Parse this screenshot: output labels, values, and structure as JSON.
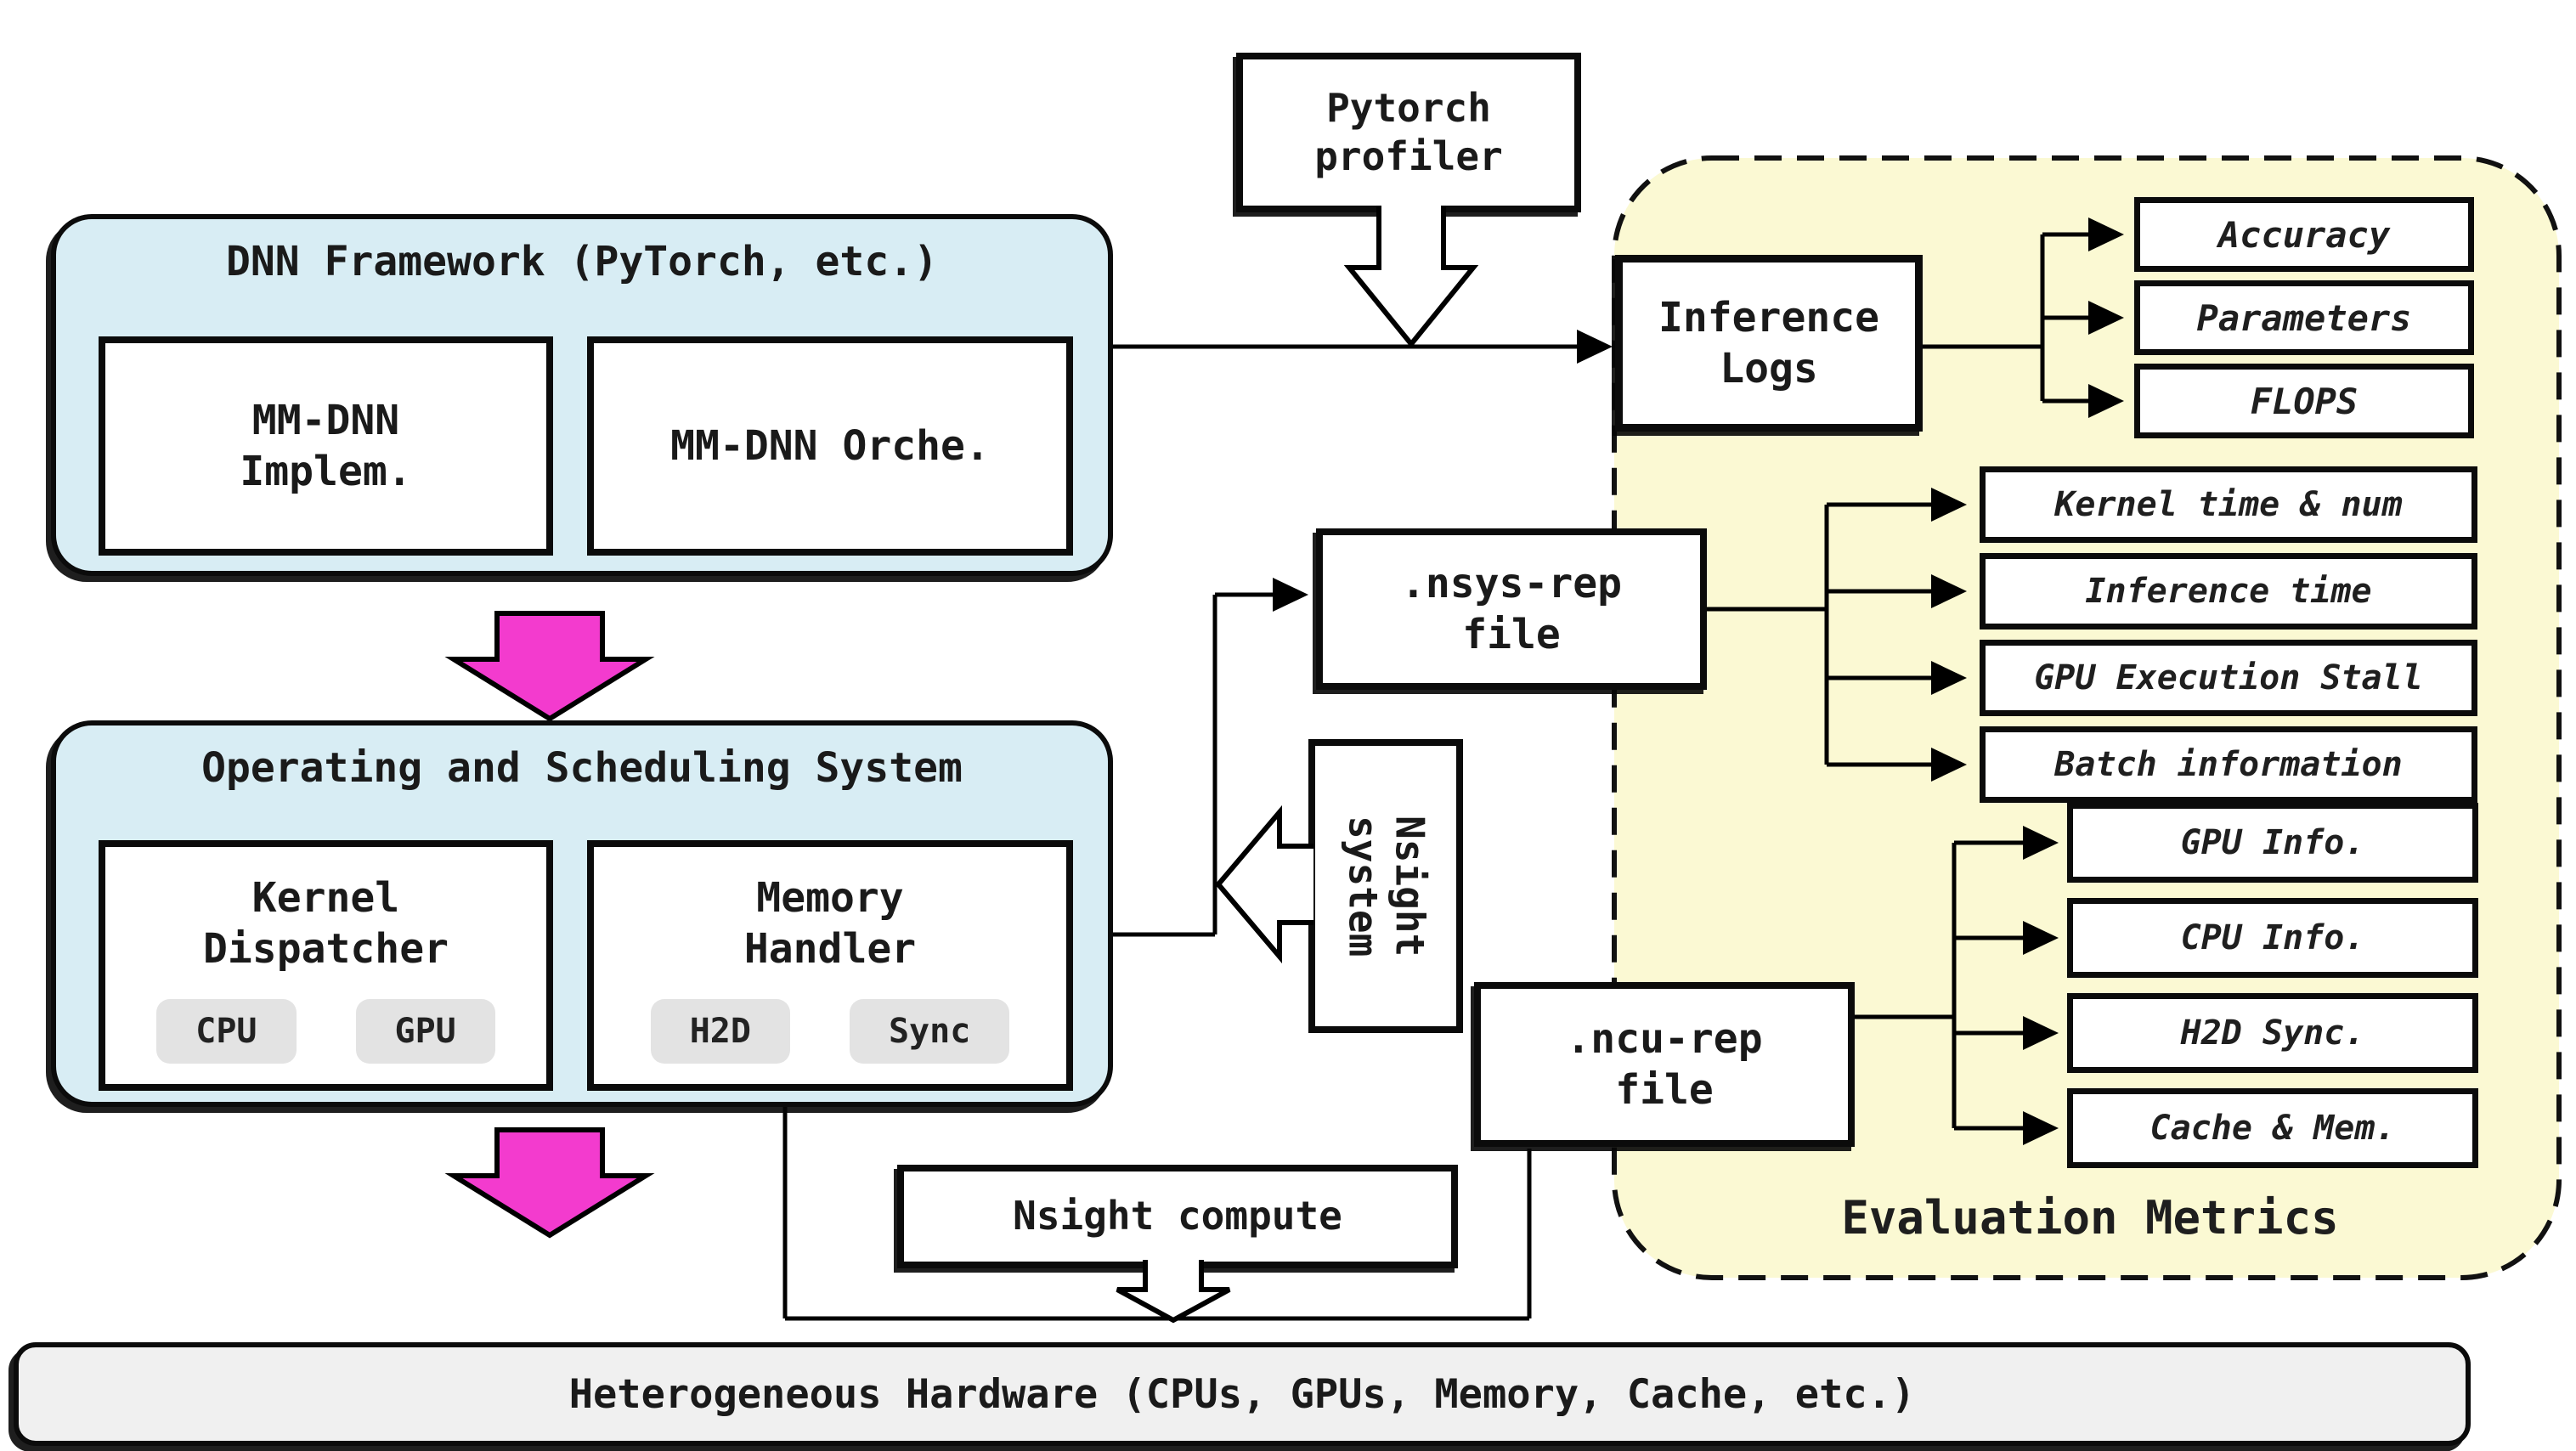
{
  "colors": {
    "framework_blue": "#d8edf4",
    "evaluation_yellow": "#fbf9d3",
    "flow_arrow_pink": "#f33bce",
    "chip_gray": "#e3e3e3",
    "hardware_gray": "#f0f0f0",
    "line_black": "#0b0b0b"
  },
  "dnn_framework": {
    "title": "DNN Framework (PyTorch, etc.)",
    "modules": [
      "MM-DNN\nImplem.",
      "MM-DNN Orche."
    ]
  },
  "os_system": {
    "title": "Operating and Scheduling System",
    "kernel_dispatcher": {
      "title": "Kernel\nDispatcher",
      "chips": [
        "CPU",
        "GPU"
      ]
    },
    "memory_handler": {
      "title": "Memory\nHandler",
      "chips": [
        "H2D",
        "Sync"
      ]
    }
  },
  "profilers": {
    "pytorch": "Pytorch\nprofiler",
    "nsight_system": "Nsight\nsystem",
    "nsight_compute": "Nsight compute"
  },
  "files": {
    "nsys_rep": ".nsys-rep\nfile",
    "ncu_rep": ".ncu-rep\nfile"
  },
  "evaluation": {
    "title": "Evaluation Metrics",
    "inference_logs": "Inference\nLogs",
    "log_metrics": [
      "Accuracy",
      "Parameters",
      "FLOPS"
    ],
    "nsys_metrics": [
      "Kernel time & num",
      "Inference time",
      "GPU Execution Stall",
      "Batch information"
    ],
    "ncu_metrics": [
      "GPU Info.",
      "CPU Info.",
      "H2D Sync.",
      "Cache & Mem."
    ]
  },
  "hardware": {
    "label": "Heterogeneous Hardware (CPUs, GPUs, Memory, Cache, etc.)"
  }
}
